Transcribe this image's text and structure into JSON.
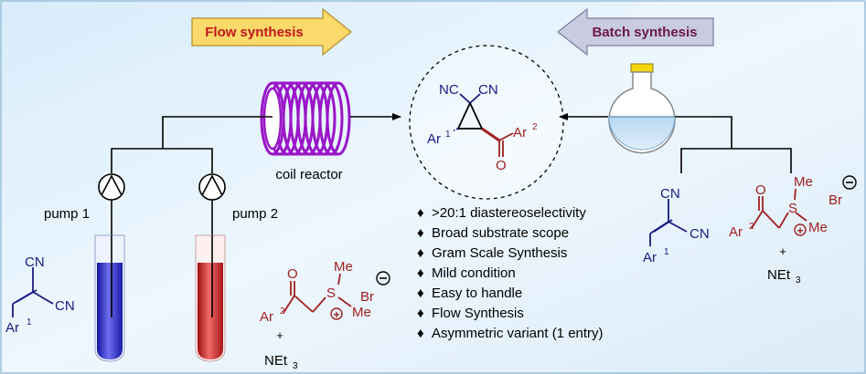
{
  "arrows": {
    "flow_label": "Flow synthesis",
    "batch_label": "Batch synthesis"
  },
  "equipment": {
    "coil_label": "coil reactor",
    "pump1_label": "pump 1",
    "pump2_label": "pump 2"
  },
  "reagents": {
    "cn": "CN",
    "nc": "NC",
    "ar": "Ar",
    "sup1": "1",
    "sup2": "2",
    "me": "Me",
    "s": "S",
    "br": "Br",
    "o": "O",
    "plus": "+",
    "net": "NEt",
    "sub3": "3"
  },
  "features": [
    ">20:1 diastereoselectivity",
    "Broad substrate scope",
    "Gram Scale Synthesis",
    "Mild condition",
    "Easy to handle",
    "Flow Synthesis",
    "Asymmetric variant (1 entry)"
  ],
  "colors": {
    "navy": "#1a1a80",
    "maroon": "#a02020",
    "purple": "#9a16c8",
    "arrow_flow": "#fbd96a",
    "arrow_batch": "#c9cbe0",
    "text_flow": "#c0161e",
    "text_batch": "#6a1a4a"
  }
}
